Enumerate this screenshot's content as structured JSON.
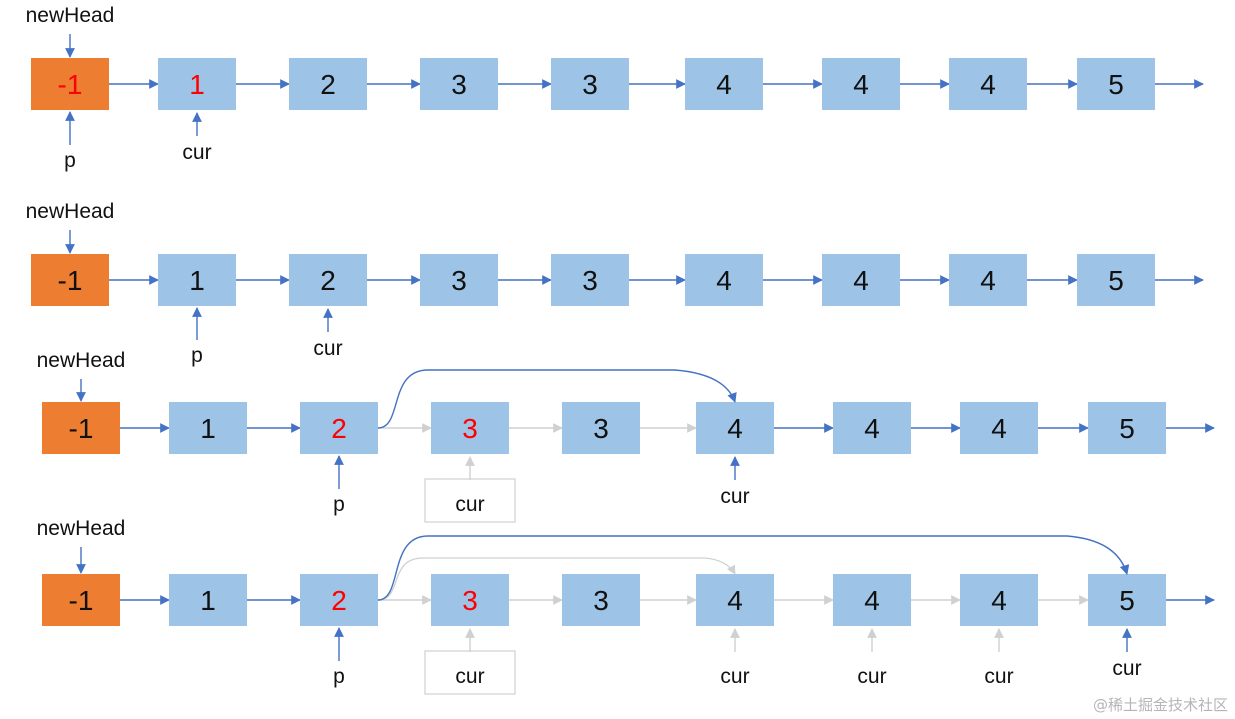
{
  "labels": {
    "newHead": "newHead",
    "p": "p",
    "cur": "cur"
  },
  "watermark": "@稀土掘金技术社区",
  "colors": {
    "head_fill": "#ED7D31",
    "node_fill": "#9DC3E6",
    "arrow": "#4472C4",
    "faded": "#D0D0D0",
    "highlight_text": "#FF0000",
    "text": "#111111"
  },
  "rows": [
    {
      "nodes": [
        {
          "value": "-1",
          "head": true,
          "highlight": true
        },
        {
          "value": "1",
          "highlight": true
        },
        {
          "value": "2"
        },
        {
          "value": "3"
        },
        {
          "value": "3"
        },
        {
          "value": "4"
        },
        {
          "value": "4"
        },
        {
          "value": "4"
        },
        {
          "value": "5"
        }
      ],
      "p_index": 0,
      "cur_index": 1,
      "faded_links": [],
      "faded_nodes": [],
      "skip_links": [],
      "faded_skip_links": [],
      "ghost_cur_indices": []
    },
    {
      "nodes": [
        {
          "value": "-1",
          "head": true
        },
        {
          "value": "1"
        },
        {
          "value": "2"
        },
        {
          "value": "3"
        },
        {
          "value": "3"
        },
        {
          "value": "4"
        },
        {
          "value": "4"
        },
        {
          "value": "4"
        },
        {
          "value": "5"
        }
      ],
      "p_index": 1,
      "cur_index": 2,
      "faded_links": [],
      "faded_nodes": [],
      "skip_links": [],
      "faded_skip_links": [],
      "ghost_cur_indices": []
    },
    {
      "nodes": [
        {
          "value": "-1",
          "head": true
        },
        {
          "value": "1"
        },
        {
          "value": "2",
          "highlight": true
        },
        {
          "value": "3",
          "highlight": true
        },
        {
          "value": "3"
        },
        {
          "value": "4"
        },
        {
          "value": "4"
        },
        {
          "value": "4"
        },
        {
          "value": "5"
        }
      ],
      "p_index": 2,
      "cur_index": 5,
      "faded_links": [
        2,
        3,
        4
      ],
      "faded_nodes": [],
      "skip_links": [
        [
          2,
          5
        ]
      ],
      "faded_skip_links": [],
      "ghost_cur_indices": [
        3
      ]
    },
    {
      "nodes": [
        {
          "value": "-1",
          "head": true
        },
        {
          "value": "1"
        },
        {
          "value": "2",
          "highlight": true
        },
        {
          "value": "3",
          "highlight": true
        },
        {
          "value": "3"
        },
        {
          "value": "4"
        },
        {
          "value": "4"
        },
        {
          "value": "4"
        },
        {
          "value": "5"
        }
      ],
      "p_index": 2,
      "cur_index": 8,
      "faded_links": [
        2,
        3,
        4,
        5,
        6,
        7
      ],
      "faded_nodes": [],
      "skip_links": [
        [
          2,
          8
        ]
      ],
      "faded_skip_links": [
        [
          2,
          5
        ]
      ],
      "ghost_cur_indices": [
        3,
        5,
        6,
        7
      ]
    }
  ]
}
